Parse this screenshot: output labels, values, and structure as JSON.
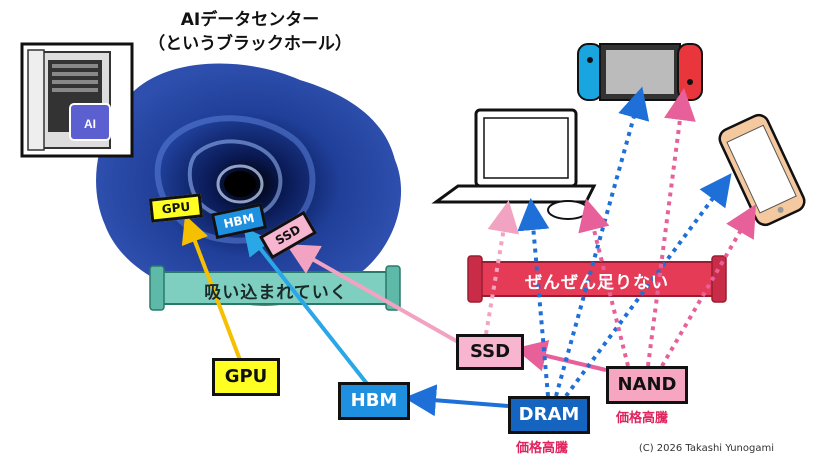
{
  "title": {
    "line1": "AIデータセンター",
    "line2": "（というブラックホール）"
  },
  "blackhole_labels": {
    "gpu": "GPU",
    "hbm": "HBM",
    "ssd": "SSD"
  },
  "banners": {
    "sucked_in": "吸い込まれていく",
    "not_enough": "ぜんぜん足りない"
  },
  "memory_boxes": {
    "gpu": "GPU",
    "hbm": "HBM",
    "ssd": "SSD",
    "dram": "DRAM",
    "nand": "NAND"
  },
  "price_notes": {
    "dram": "価格高騰",
    "nand": "価格高騰"
  },
  "icons": {
    "server": "ai-server-icon",
    "laptop": "laptop-icon",
    "switch": "game-console-icon",
    "smartphone": "smartphone-icon",
    "blackhole": "black-hole-icon"
  },
  "colors": {
    "yellow": "#ffff22",
    "hbm_blue": "#1f8fe0",
    "ssd_pink": "#f7b5cf",
    "dram_blue": "#1565c0",
    "nand_pink": "#f7a6c2",
    "price_red": "#e0245e",
    "arrow_blue": "#1f6fd8",
    "arrow_pink": "#e8609a"
  },
  "copyright": "(C) 2026 Takashi Yunogami"
}
